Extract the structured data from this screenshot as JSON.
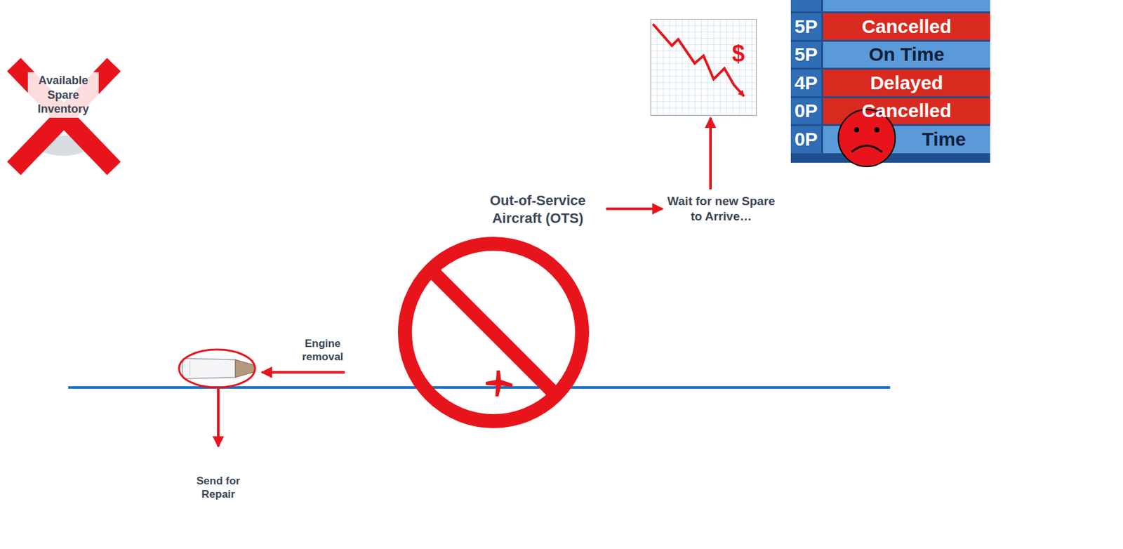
{
  "diagram": {
    "nodes": [
      {
        "text": [
          "Out-of-Service Aircraft (OTS)"
        ]
      },
      {
        "text": [
          "Wait for new Spare to Arrive…"
        ]
      },
      {
        "text": [
          "$"
        ]
      }
    ],
    "edges": [
      {
        "from": 0,
        "to": 1,
        "arrow": "to"
      },
      {
        "from": 1,
        "to": 2,
        "arrow": "to"
      }
    ],
    "labels": [
      "Available Spare Inventory",
      "5P",
      "Cancelled",
      "5P",
      "On Time",
      "4P",
      "Delayed",
      "0P",
      "Cancelled",
      "0P",
      "Time",
      "Engine removal",
      "Send for Repair"
    ]
  }
}
